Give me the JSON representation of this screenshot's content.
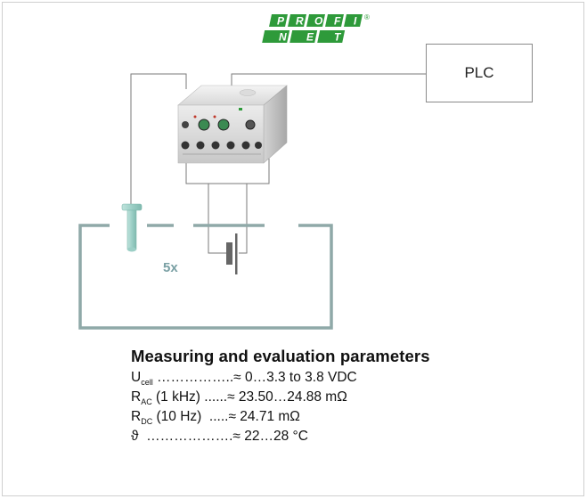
{
  "logo": {
    "name": "profinet-logo",
    "top_letters": [
      "P",
      "R",
      "O",
      "F",
      "I"
    ],
    "bottom_letters": [
      "N",
      "E",
      "T"
    ],
    "registered_mark": "®",
    "color": "#2e9a3a"
  },
  "plc_label": "PLC",
  "count_label": "5x",
  "params": {
    "title": "Measuring and evaluation parameters",
    "rows": [
      {
        "symbol": "U",
        "subscript": "cell",
        "text": " ……………..≈ 0…3.3 to 3.8 VDC"
      },
      {
        "symbol": "R",
        "subscript": "AC",
        "text": " (1 kHz) ......≈ 23.50…24.88 mΩ"
      },
      {
        "symbol": "R",
        "subscript": "DC",
        "text": " (10 Hz)  .....≈ 24.71 mΩ"
      },
      {
        "symbol": "ϑ",
        "subscript": "",
        "text": "  ……………….≈ 22…28 °C"
      }
    ]
  },
  "colors": {
    "tank": "#8fa9a8",
    "electrode": "#9ccfc6",
    "wire": "#7a7a7a",
    "logo_green": "#2e9a3a",
    "count_label": "#7aa0a4"
  }
}
